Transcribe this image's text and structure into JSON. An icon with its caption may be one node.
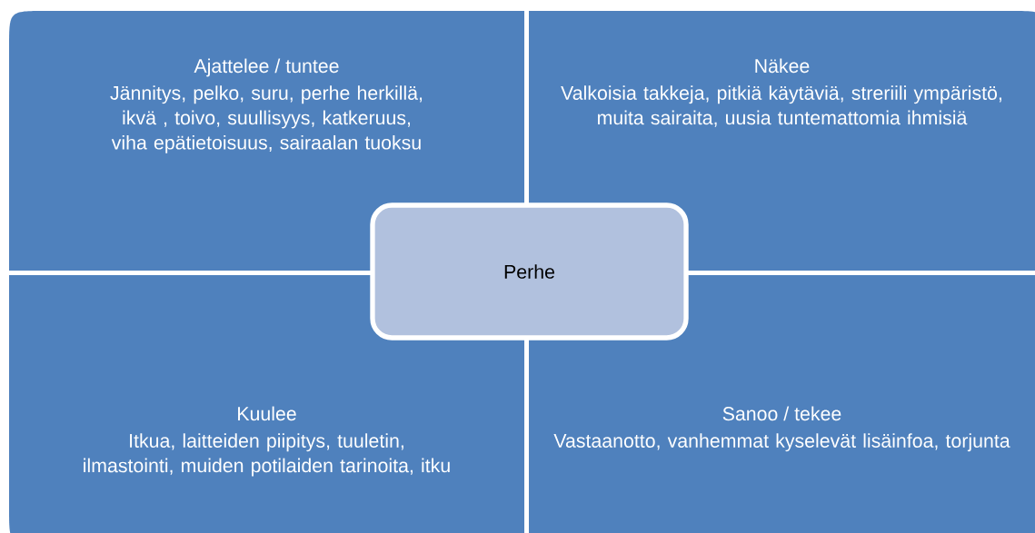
{
  "diagram": {
    "nodes": [
      {
        "text": [
          "Ajattelee / tuntee",
          "Jännitys, pelko, suru, perhe herkillä, ikvä , toivo, suullisyys, katkeruus, viha epätietoisuus, sairaalan tuoksu"
        ]
      },
      {
        "text": [
          "Näkee",
          "Valkoisia takkeja, pitkiä käytäviä, streriili ympäristö, muita sairaita, uusia tuntemattomia ihmisiä"
        ]
      },
      {
        "text": [
          "Perhe"
        ]
      },
      {
        "text": [
          "Kuulee",
          "Itkua, laitteiden piipitys, tuuletin, ilmastointi, muiden potilaiden tarinoita, itku"
        ]
      },
      {
        "text": [
          "Sanoo / tekee",
          "Vastaanotto, vanhemmat kyselevät lisäinfoa, torjunta"
        ]
      }
    ]
  }
}
